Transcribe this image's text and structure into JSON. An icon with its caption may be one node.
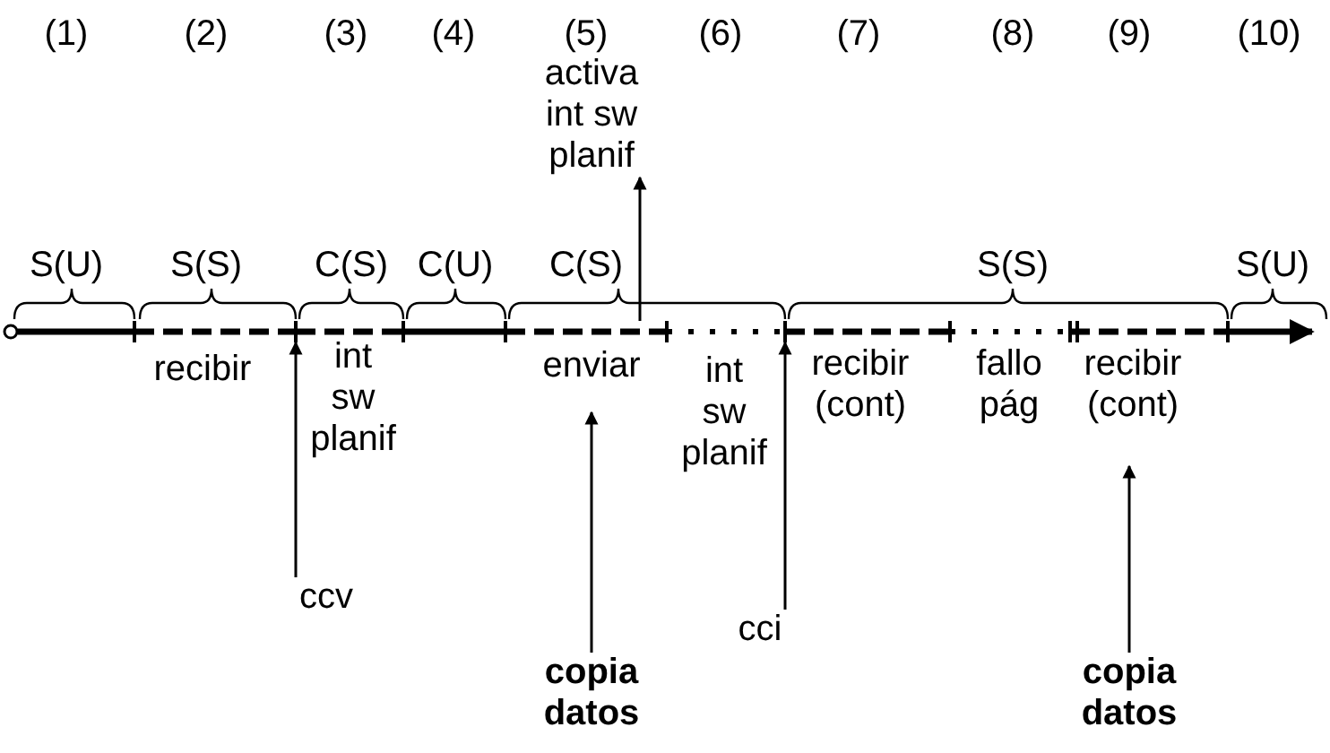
{
  "diagram": {
    "nodes": [
      {
        "text": [
          "activa int sw planif"
        ]
      },
      {
        "text": [
          "ccv"
        ]
      },
      {
        "text": [
          "cci"
        ]
      },
      {
        "text": [
          "copia datos"
        ]
      },
      {
        "text": [
          "copia datos"
        ]
      },
      {
        "text": [],
        "shape": "line"
      }
    ],
    "edges": [
      {
        "from": 5,
        "to": 0,
        "arrow": "to"
      },
      {
        "from": 1,
        "to": 5,
        "arrow": "to"
      },
      {
        "from": 2,
        "to": 5,
        "arrow": "to"
      },
      {
        "from": 3,
        "to": null,
        "arrow": "to"
      },
      {
        "from": 4,
        "to": null,
        "arrow": "to"
      }
    ],
    "labels": [
      "(1)",
      "(2)",
      "(3)",
      "(4)",
      "(5)",
      "(6)",
      "(7)",
      "(8)",
      "(9)",
      "(10)",
      "S(U)",
      "S(S)",
      "C(S)",
      "C(U)",
      "C(S)",
      "S(S)",
      "S(U)",
      "recibir",
      "int sw planif",
      "enviar",
      "int sw planif",
      "recibir (cont)",
      "fallo pág",
      "recibir (cont)"
    ]
  }
}
